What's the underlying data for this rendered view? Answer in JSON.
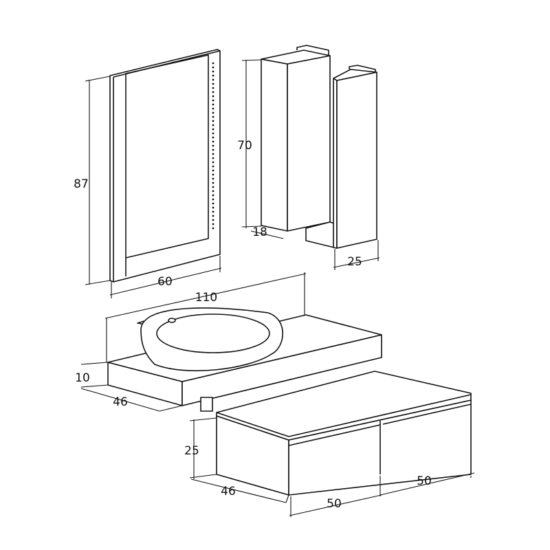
{
  "title": "Bathroom furniture set dimensions",
  "dimensions": {
    "mirror_height": "87",
    "mirror_width": "60",
    "tall_unit_height": "70",
    "tall_unit_depth": "18",
    "wall_unit_width": "25",
    "top_width": "110",
    "top_thickness": "10",
    "top_depth": "46",
    "base_height": "25",
    "base_depth": "46",
    "drawer_left_width": "50",
    "drawer_right_width": "50"
  }
}
